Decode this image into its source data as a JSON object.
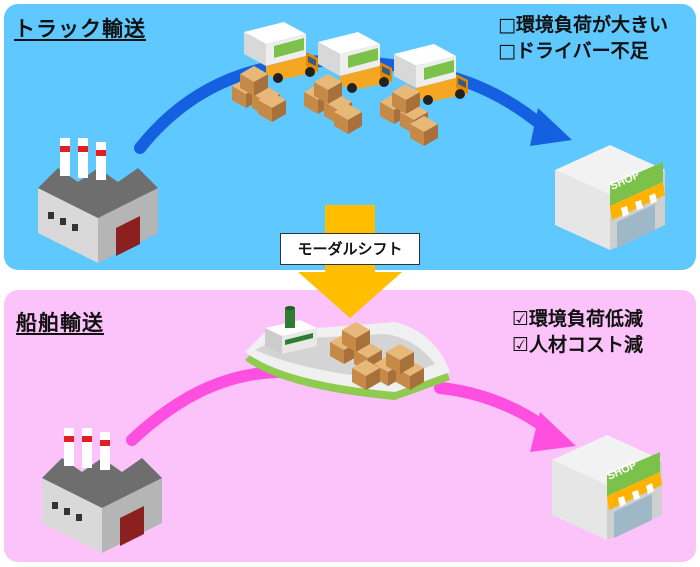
{
  "top": {
    "title": "トラック輸送",
    "notes": [
      "□環境負荷が大きい",
      "□ドライバー不足"
    ]
  },
  "bottom": {
    "title": "船舶輸送",
    "notes": [
      "☑環境負荷低減",
      "☑人材コスト減"
    ]
  },
  "shift_label": "モーダルシフト",
  "shop_sign": "SHOP",
  "colors": {
    "top_bg": "#5ec8ff",
    "bottom_bg": "#fcc2fa",
    "top_arrow": "#1560e0",
    "bottom_arrow": "#ff4fe0",
    "shift_arrow": "#ffbf00"
  },
  "icons": [
    "factory-icon",
    "truck-icon",
    "cardboard-box-icon",
    "shop-icon",
    "cargo-ship-icon"
  ]
}
